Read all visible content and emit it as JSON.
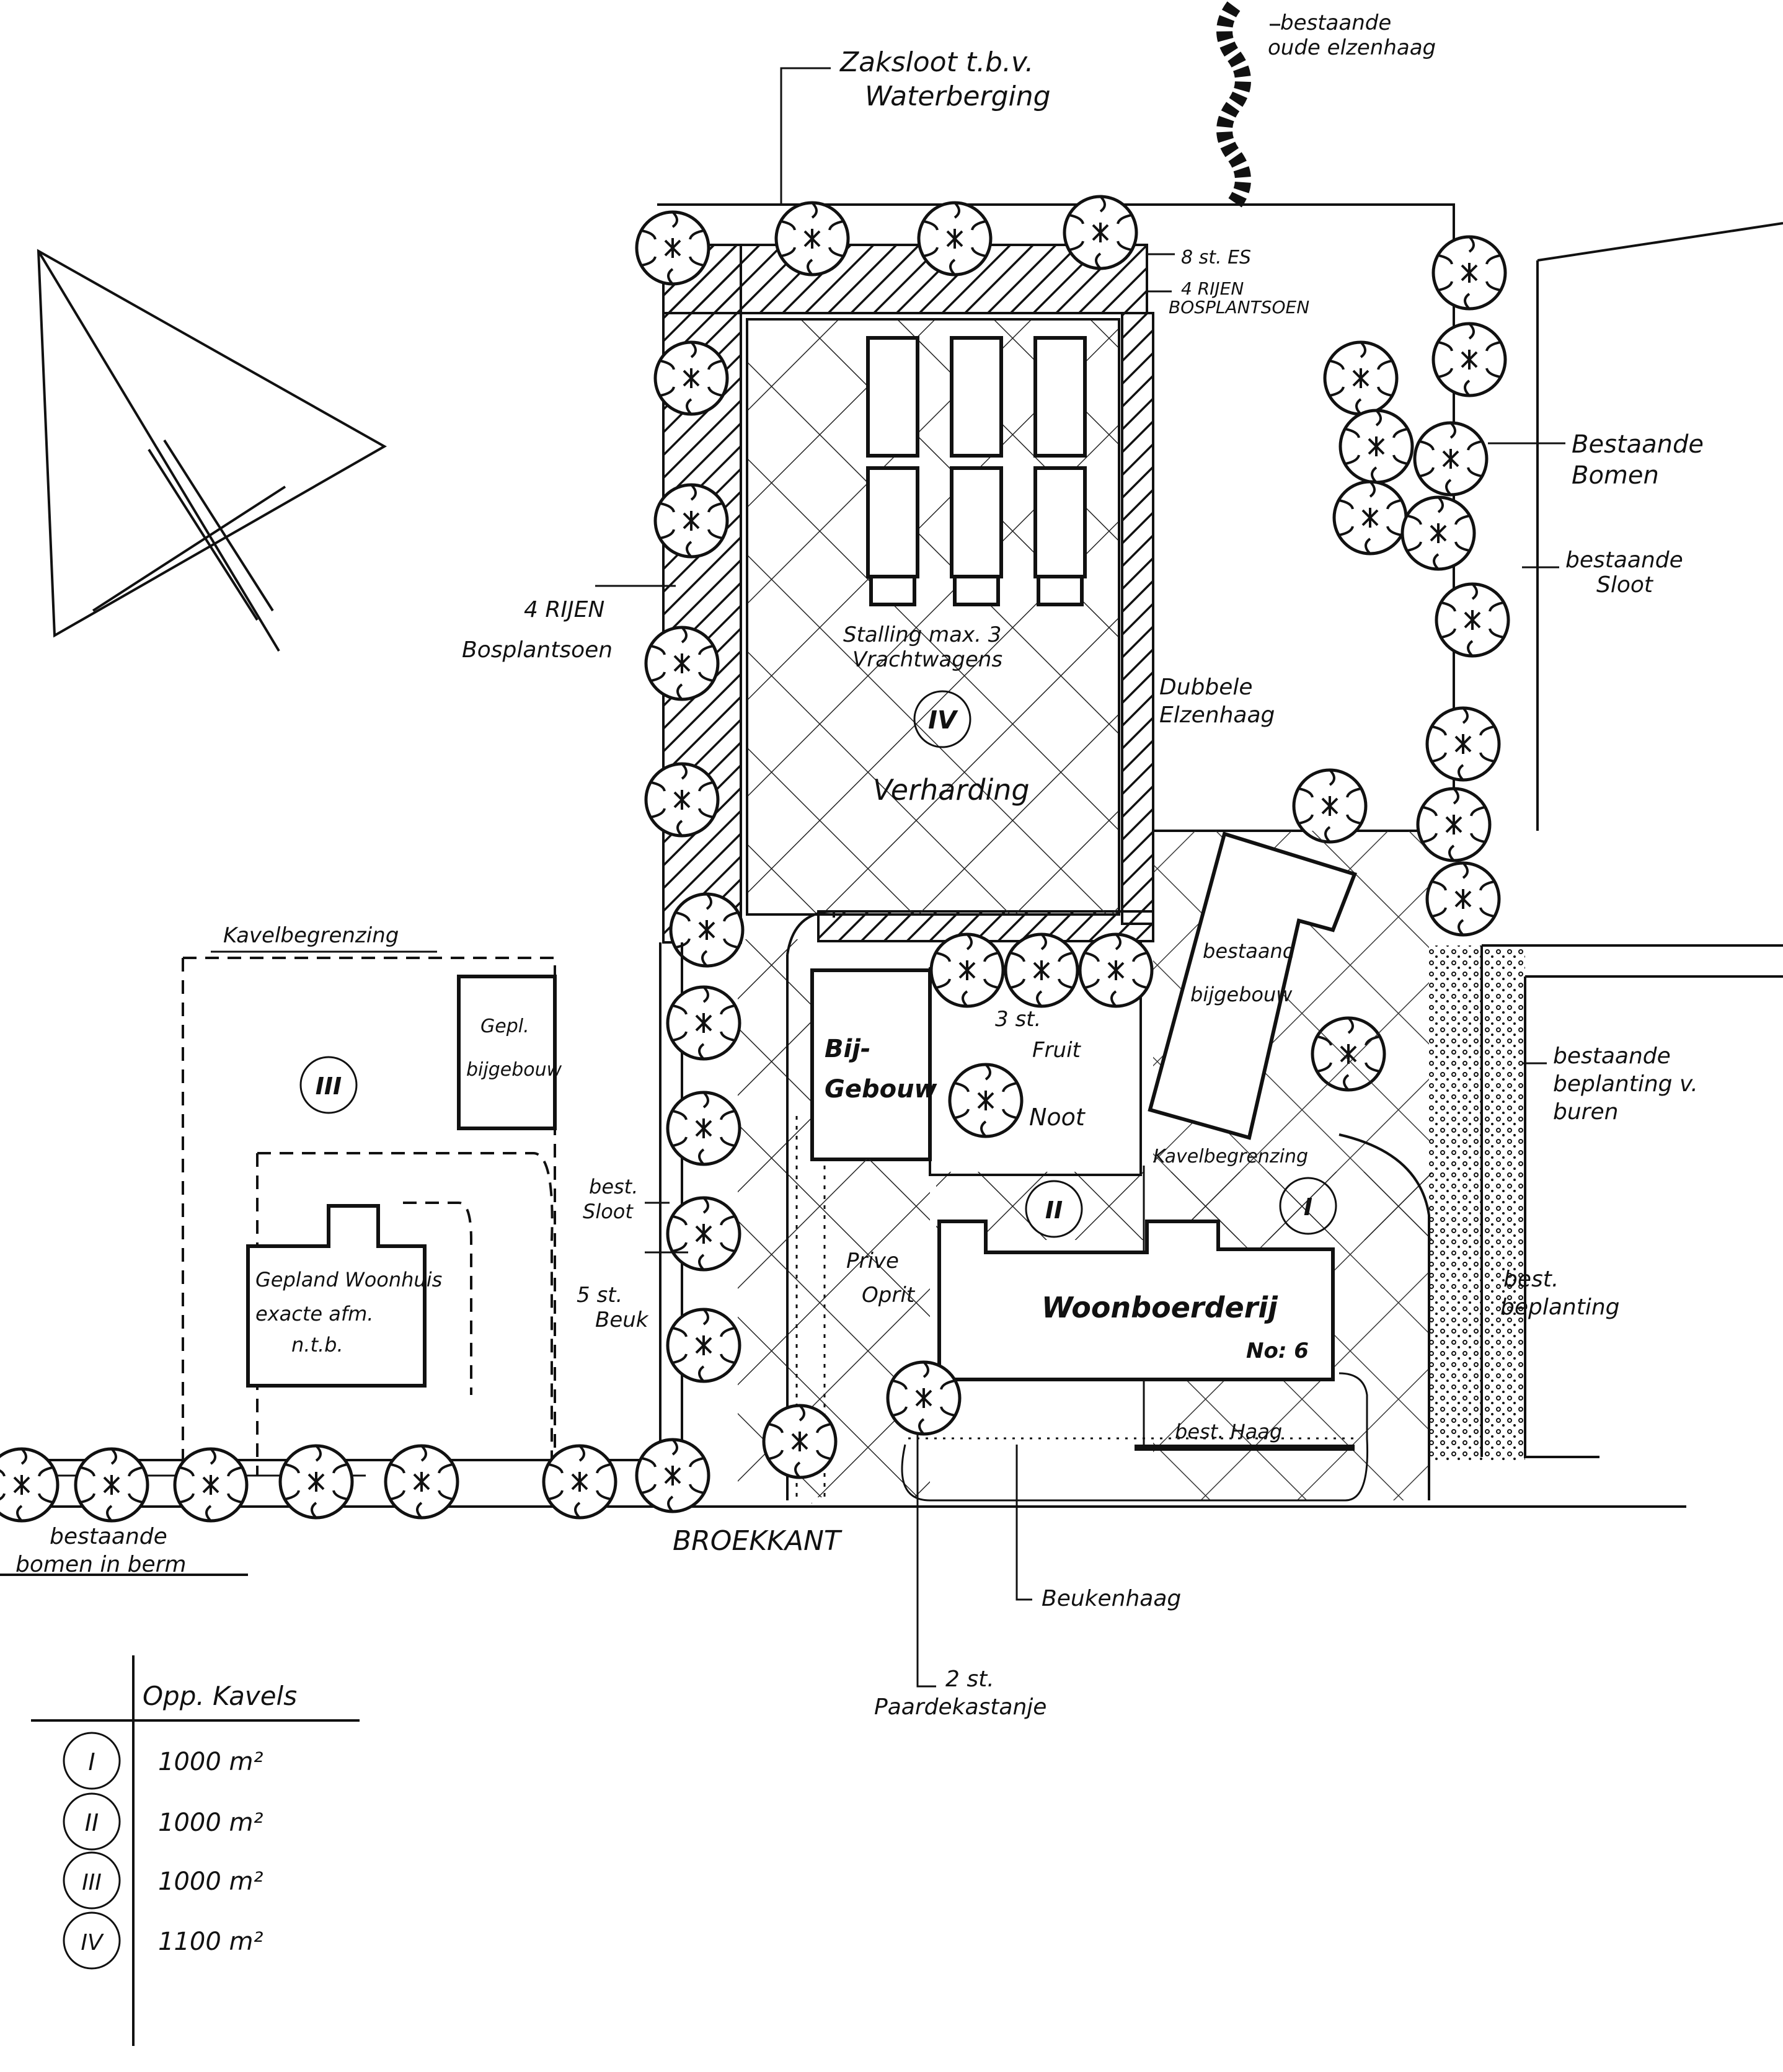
{
  "labels": {
    "elzenhaag": [
      "bestaande",
      "oude elzenhaag"
    ],
    "zaksloot": [
      "Zaksloot t.b.v.",
      "Waterberging"
    ],
    "es": "8 st. ES",
    "bosplantsoen_top": [
      "4 RIJEN",
      "BOSPLANTSOEN"
    ],
    "bomen": [
      "Bestaande",
      "Bomen"
    ],
    "sloot_right": [
      "bestaande",
      "Sloot"
    ],
    "bosplantsoen_left": [
      "4 RIJEN",
      "Bosplantsoen"
    ],
    "stalling": [
      "Stalling max. 3",
      "Vrachtwagens"
    ],
    "dubbele": [
      "Dubbele",
      "Elzenhaag"
    ],
    "verharding": "Verharding",
    "kavel_left": "Kavelbegrenzing",
    "gepl_bijgebouw": [
      "Gepl.",
      "bijgebouw"
    ],
    "bijgebouw": [
      "Bij-",
      "Gebouw"
    ],
    "fruit": [
      "3 st.",
      "Fruit"
    ],
    "bestaand_bijgebouw": [
      "bestaand",
      "bijgebouw"
    ],
    "noot": "Noot",
    "kavel_mid": "Kavelbegrenzing",
    "beplanting_buren": [
      "bestaande",
      "beplanting v.",
      "buren"
    ],
    "best_sloot": [
      "best.",
      "Sloot"
    ],
    "beuk": [
      "5 st.",
      "Beuk"
    ],
    "woonhuis": [
      "Gepland Woonhuis",
      "exacte afm.",
      "n.t.b."
    ],
    "prive_oprit": [
      "Prive",
      "Oprit"
    ],
    "woonboerderij": "Woonboerderij",
    "nummer": "No: 6",
    "best_beplanting": [
      "best.",
      "beplanting"
    ],
    "best_haag": "best. Haag",
    "bomen_berm": [
      "bestaande",
      "bomen in berm"
    ],
    "straat": "BROEKKANT",
    "beukenhaag": "Beukenhaag",
    "kastanje": [
      "2 st.",
      "Paardekastanje"
    ]
  },
  "kavel_markers": {
    "IV": "IV",
    "III": "III",
    "II": "II",
    "I": "I"
  },
  "legend": {
    "title": "Opp. Kavels",
    "rows": [
      {
        "id": "I",
        "area": "1000 m²"
      },
      {
        "id": "II",
        "area": "1000 m²"
      },
      {
        "id": "III",
        "area": "1000 m²"
      },
      {
        "id": "IV",
        "area": "1100 m²"
      }
    ]
  },
  "icons": {
    "north_arrow": "north-arrow-icon",
    "tree": "tree-icon"
  }
}
